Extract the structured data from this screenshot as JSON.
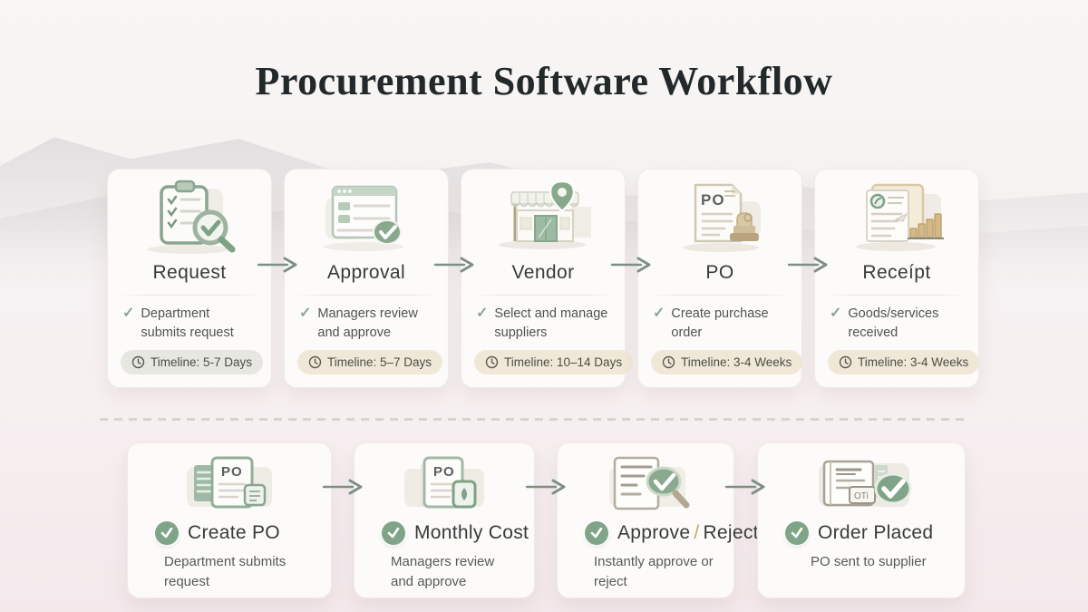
{
  "title": "Procurement Software Workflow",
  "glyphs": {
    "check": "✓"
  },
  "colors": {
    "accent_green": "#86a88c",
    "check_circle_green": "#7fa487",
    "badge_beige": "#f0e8d7",
    "badge_gray": "#e5e7e0",
    "arrow_green": "#7d9182",
    "card_background": "#fdfbfa",
    "title_text": "#23292b"
  },
  "top_row": {
    "steps": [
      {
        "title": "Request",
        "icon": "clipboard-checklist-magnifier-icon",
        "description": "Department submits request",
        "timeline": "Timeline: 5-7 Days"
      },
      {
        "title": "Approval",
        "icon": "window-checkmark-icon",
        "description": "Managers review and approve",
        "timeline": "Timeline: 5–7 Days"
      },
      {
        "title": "Vendor",
        "icon": "storefront-location-pin-icon",
        "description": "Select and manage suppliers",
        "timeline": "Timeline: 10–14 Days"
      },
      {
        "title": "PO",
        "icon": "po-document-stamp-icon",
        "icon_label": "PO",
        "description": "Create purchase order",
        "timeline": "Timeline: 3-4 Weeks"
      },
      {
        "title": "Receípt",
        "icon": "receipt-bar-chart-icon",
        "description": "Goods/services received",
        "timeline": "Timeline: 3-4 Weeks"
      }
    ]
  },
  "bottom_row": {
    "steps": [
      {
        "title": "Create PO",
        "icon": "po-document-copy-icon",
        "icon_label": "PO",
        "description": "Department submits request"
      },
      {
        "title": "Monthly Cost",
        "icon": "po-document-tablet-icon",
        "icon_label": "PO",
        "description": "Managers review and approve"
      },
      {
        "title": "Approve / Reject",
        "title_parts": [
          "Approve",
          "/",
          "Reject"
        ],
        "icon": "document-magnifier-check-icon",
        "description": "Instantly approve or reject"
      },
      {
        "title": "Order Placed",
        "icon": "document-tag-check-icon",
        "icon_label": "OTi",
        "description": "PO sent to supplier"
      }
    ]
  }
}
